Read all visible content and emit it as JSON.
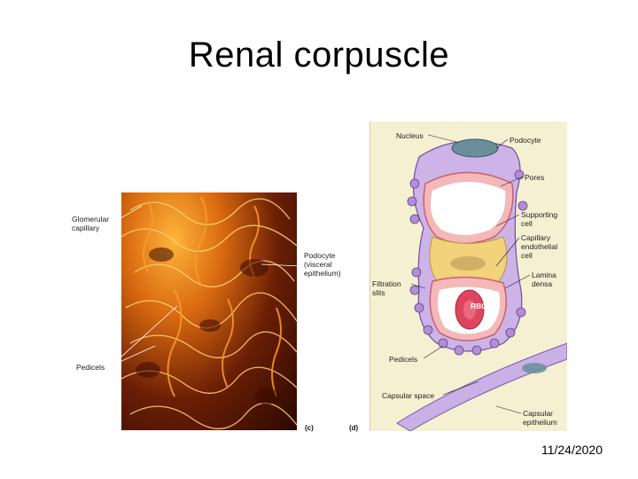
{
  "slide": {
    "title": "Renal corpuscle",
    "date": "11/24/2020"
  },
  "panel_c": {
    "letter": "(c)",
    "labels": {
      "glomerular_capillary": "Glomerular capillary",
      "podocyte": "Podocyte (visceral epithelium)",
      "pedicels": "Pedicels"
    }
  },
  "panel_d": {
    "letter": "(d)",
    "labels": {
      "nucleus": "Nucleus",
      "podocyte": "Podocyte",
      "pores": "Pores",
      "supporting_cell": "Supporting cell",
      "capillary_endothelial_cell": "Capillary endothelial cell",
      "lamina_densa": "Lamina densa",
      "filtration_slits": "Filtration slits",
      "rbc": "RBC",
      "pedicels": "Pedicels",
      "capsular_space": "Capsular space",
      "capsular_epithelium": "Capsular epithelium"
    }
  },
  "colors": {
    "sem_orange": "#e07a18",
    "podocyte_purple": "#b48ad8",
    "capillary_pink": "#f4b8b8",
    "rbc_red": "#e0455e",
    "supporting_yellow": "#f2d27a",
    "background_cream": "#f6f0d2"
  }
}
